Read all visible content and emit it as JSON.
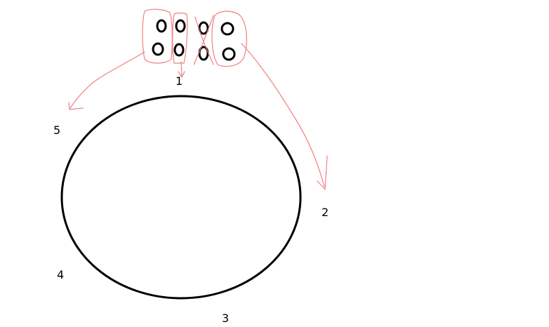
{
  "colors": {
    "background": "#ffffff",
    "ink": "#000000",
    "annotation": "#f08080"
  },
  "dots": {
    "count": 8,
    "rows": 2,
    "columns": 4
  },
  "labels": [
    "1",
    "2",
    "3",
    "4",
    "5"
  ]
}
